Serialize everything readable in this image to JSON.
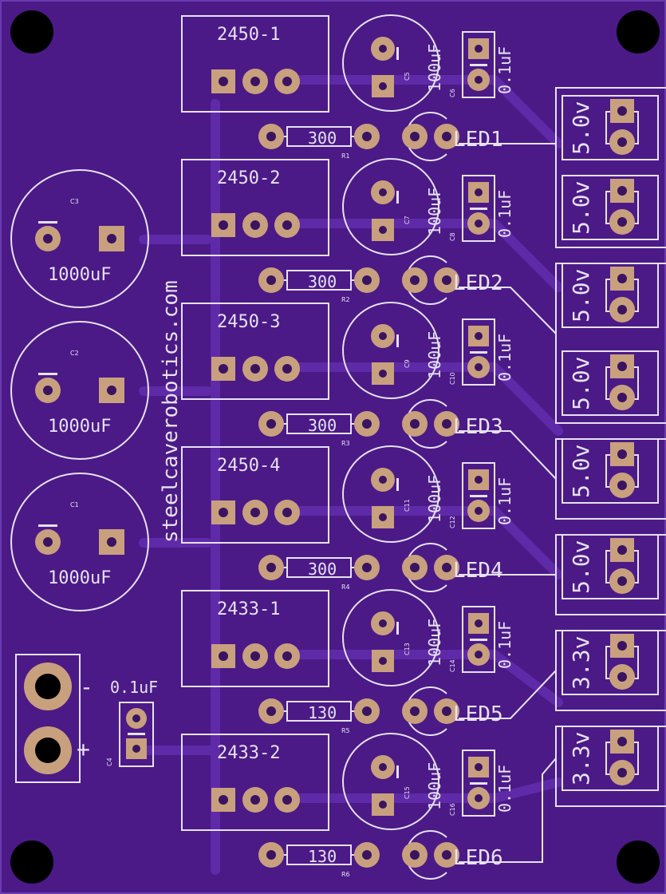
{
  "website": "steelcaverobotics.com",
  "regulators": [
    "2450-1",
    "2450-2",
    "2450-3",
    "2450-4",
    "2433-1",
    "2433-2"
  ],
  "resistors": [
    {
      "value": "300",
      "ref": "R1"
    },
    {
      "value": "300",
      "ref": "R2"
    },
    {
      "value": "300",
      "ref": "R3"
    },
    {
      "value": "300",
      "ref": "R4"
    },
    {
      "value": "130",
      "ref": "R5"
    },
    {
      "value": "130",
      "ref": "R6"
    }
  ],
  "leds": [
    "LED1",
    "LED2",
    "LED3",
    "LED4",
    "LED5",
    "LED6"
  ],
  "electrolytics": [
    {
      "value": "100uF",
      "ref": "C5"
    },
    {
      "value": "100uF",
      "ref": "C7"
    },
    {
      "value": "100uF",
      "ref": "C9"
    },
    {
      "value": "100uF",
      "ref": "C11"
    },
    {
      "value": "100uF",
      "ref": "C13"
    },
    {
      "value": "100uF",
      "ref": "C15"
    }
  ],
  "ceramics": [
    {
      "value": "0.1uF",
      "ref": "C6"
    },
    {
      "value": "0.1uF",
      "ref": "C8"
    },
    {
      "value": "0.1uF",
      "ref": "C10"
    },
    {
      "value": "0.1uF",
      "ref": "C12"
    },
    {
      "value": "0.1uF",
      "ref": "C14"
    },
    {
      "value": "0.1uF",
      "ref": "C16"
    }
  ],
  "big_caps": [
    {
      "value": "1000uF",
      "ref": "C3"
    },
    {
      "value": "1000uF",
      "ref": "C2"
    },
    {
      "value": "1000uF",
      "ref": "C1"
    }
  ],
  "input_cap": {
    "value": "0.1uF",
    "ref": "C4"
  },
  "input_polarity": {
    "minus": "-",
    "plus": "+"
  },
  "outputs": [
    "5.0v",
    "5.0v",
    "5.0v",
    "5.0v",
    "5.0v",
    "5.0v",
    "3.3v",
    "3.3v"
  ],
  "colors": {
    "board": "#4b1a87",
    "silkscreen": "#e6e2f0",
    "pad": "#c8a07e",
    "trace": "#5f2aa8"
  }
}
